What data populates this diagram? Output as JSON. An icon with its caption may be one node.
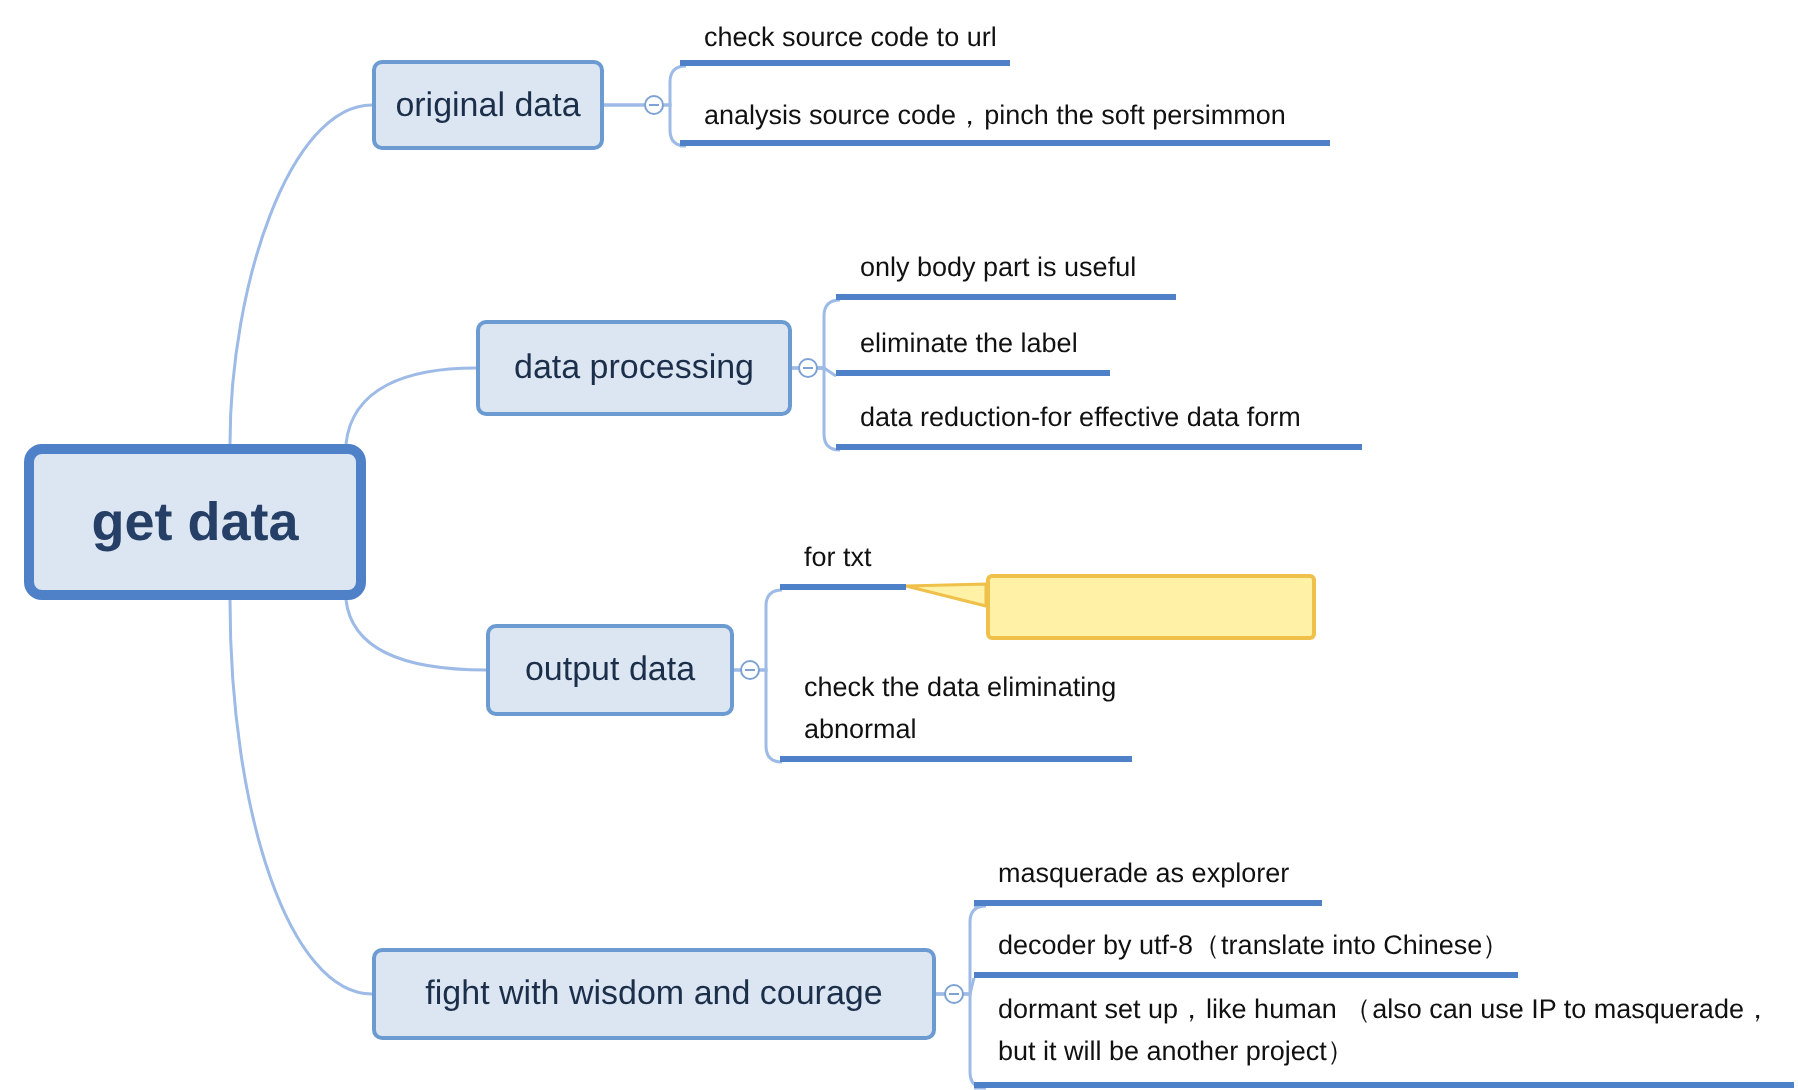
{
  "diagram": {
    "nodes": [
      {
        "text": [
          "get data"
        ]
      },
      {
        "text": [
          "original data"
        ]
      },
      {
        "text": [
          "check source code to url"
        ]
      },
      {
        "text": [
          "analysis source code，pinch the soft persimmon"
        ]
      },
      {
        "text": [
          "data processing"
        ]
      },
      {
        "text": [
          "only body part is useful"
        ]
      },
      {
        "text": [
          "eliminate the label"
        ]
      },
      {
        "text": [
          "data reduction-for effective data form"
        ]
      },
      {
        "text": [
          "output data"
        ]
      },
      {
        "text": [
          "for txt"
        ]
      },
      {
        "text": [],
        "shape": "box"
      },
      {
        "text": [
          "check the data eliminating abnormal"
        ]
      },
      {
        "text": [
          "fight with wisdom and courage"
        ]
      },
      {
        "text": [
          "masquerade as explorer"
        ]
      },
      {
        "text": [
          "decoder by utf-8（translate into Chinese）"
        ]
      },
      {
        "text": [
          "dormant set up，like human （also can use IP to masquerade，but it will be another project）"
        ]
      }
    ],
    "edges": [
      {
        "from": 0,
        "to": 1,
        "arrow": "none"
      },
      {
        "from": 0,
        "to": 4,
        "arrow": "none"
      },
      {
        "from": 0,
        "to": 8,
        "arrow": "none"
      },
      {
        "from": 0,
        "to": 12,
        "arrow": "none"
      },
      {
        "from": 1,
        "to": 2,
        "arrow": "none"
      },
      {
        "from": 1,
        "to": 3,
        "arrow": "none"
      },
      {
        "from": 4,
        "to": 5,
        "arrow": "none"
      },
      {
        "from": 4,
        "to": 6,
        "arrow": "none"
      },
      {
        "from": 4,
        "to": 7,
        "arrow": "none"
      },
      {
        "from": 8,
        "to": 9,
        "arrow": "none"
      },
      {
        "from": 8,
        "to": 11,
        "arrow": "none"
      },
      {
        "from": 12,
        "to": 13,
        "arrow": "none"
      },
      {
        "from": 12,
        "to": 14,
        "arrow": "none"
      },
      {
        "from": 12,
        "to": 15,
        "arrow": "none"
      },
      {
        "from": 10,
        "to": 9,
        "arrow": "none"
      }
    ]
  }
}
